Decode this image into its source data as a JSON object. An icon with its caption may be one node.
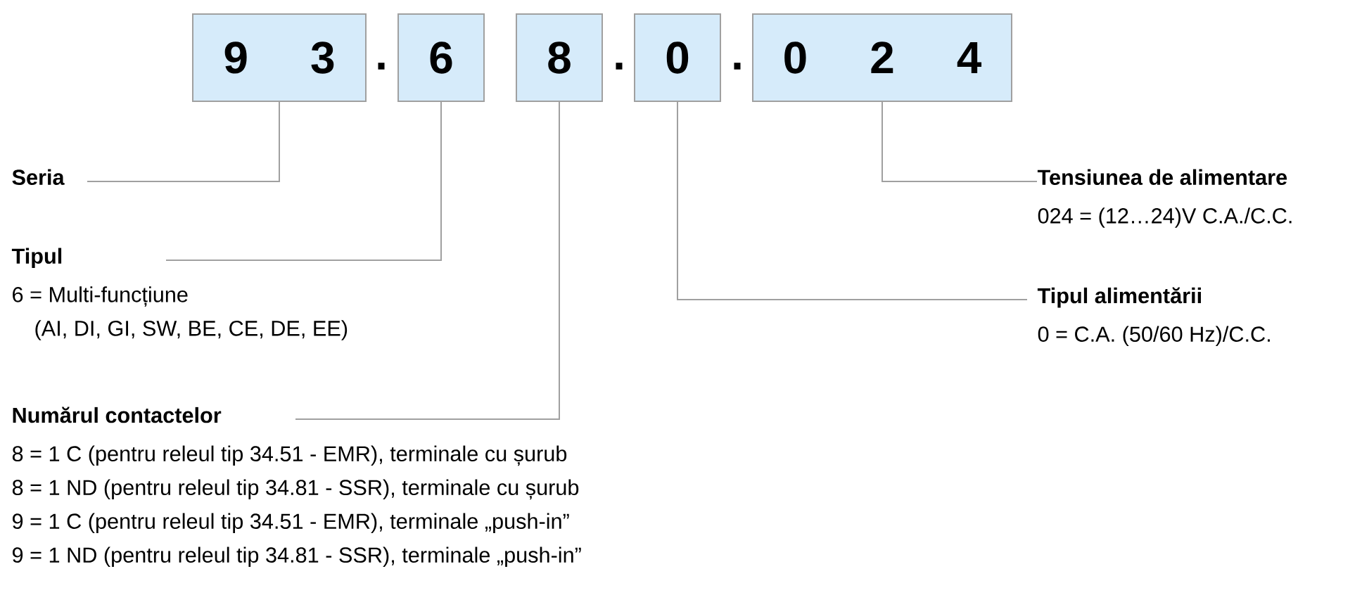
{
  "diagram": {
    "nodes": [
      {
        "text": [
          "9 3"
        ]
      },
      {
        "text": [
          "6"
        ]
      },
      {
        "text": [
          "8"
        ]
      },
      {
        "text": [
          "0"
        ]
      },
      {
        "text": [
          "0 2 4"
        ]
      },
      {
        "text": [
          "Seria"
        ]
      },
      {
        "text": [
          "Tipul",
          "6 = Multi-funcțiune",
          "(AI, DI, GI, SW, BE, CE, DE, EE)"
        ]
      },
      {
        "text": [
          "Numărul contactelor",
          "8 = 1 C (pentru releul tip 34.51 - EMR), terminale cu șurub",
          "8 = 1 ND (pentru releul tip 34.81 - SSR), terminale cu șurub",
          "9 = 1 C (pentru releul tip 34.51 - EMR), terminale „push-in”",
          "9 = 1 ND (pentru releul tip 34.81 - SSR), terminale „push-in”"
        ]
      },
      {
        "text": [
          "Tipul alimentării",
          "0 = C.A. (50/60 Hz)/C.C."
        ]
      },
      {
        "text": [
          "Tensiunea de alimentare",
          "024 = (12…24)V C.A./C.C."
        ]
      }
    ],
    "edges": [
      {
        "from": 0,
        "to": 5,
        "arrow": "none"
      },
      {
        "from": 1,
        "to": 6,
        "arrow": "none"
      },
      {
        "from": 2,
        "to": 7,
        "arrow": "none"
      },
      {
        "from": 3,
        "to": 8,
        "arrow": "none"
      },
      {
        "from": 4,
        "to": 9,
        "arrow": "none"
      }
    ],
    "labels": [
      ".",
      ".",
      "."
    ]
  }
}
